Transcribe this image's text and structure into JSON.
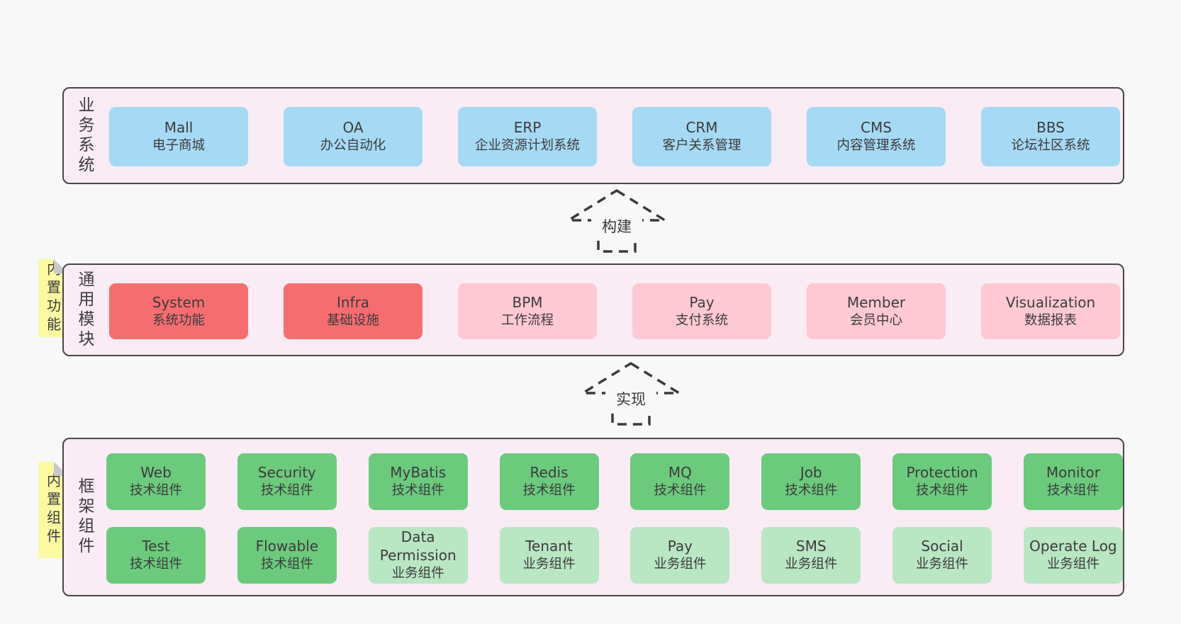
{
  "diagram_title": "",
  "colors": {
    "page_background": "#f8f8f8",
    "layer_background": "#f9ecf5",
    "layer_border": "#474747",
    "node_blue": "#a6d9f4",
    "node_red": "#f56d70",
    "node_pink": "#fec9d3",
    "node_green": "#6cca7d",
    "node_light_green": "#b9e6c3",
    "sticky_note_yellow": "#fbf9a2",
    "sticky_fold_gray": "#c9c9c9",
    "text": "#3c3c3c"
  },
  "arrows": [
    {
      "label": "构建"
    },
    {
      "label": "实现"
    }
  ],
  "layers": {
    "business": {
      "label": "业务系统",
      "boxes": [
        {
          "name": "Mall",
          "subtitle": "电子商城"
        },
        {
          "name": "OA",
          "subtitle": "办公自动化"
        },
        {
          "name": "ERP",
          "subtitle": "企业资源计划系统"
        },
        {
          "name": "CRM",
          "subtitle": "客户关系管理"
        },
        {
          "name": "CMS",
          "subtitle": "内容管理系统"
        },
        {
          "name": "BBS",
          "subtitle": "论坛社区系统"
        }
      ]
    },
    "modules": {
      "label": "通用模块",
      "note": "内置功能",
      "boxes": [
        {
          "name": "System",
          "subtitle": "系统功能",
          "variant": "red"
        },
        {
          "name": "Infra",
          "subtitle": "基础设施",
          "variant": "red"
        },
        {
          "name": "BPM",
          "subtitle": "工作流程",
          "variant": "pink"
        },
        {
          "name": "Pay",
          "subtitle": "支付系统",
          "variant": "pink"
        },
        {
          "name": "Member",
          "subtitle": "会员中心",
          "variant": "pink"
        },
        {
          "name": "Visualization",
          "subtitle": "数据报表",
          "variant": "pink"
        }
      ]
    },
    "framework": {
      "label": "框架组件",
      "note": "内置组件",
      "row1": [
        {
          "name": "Web",
          "subtitle": "技术组件",
          "variant": "green"
        },
        {
          "name": "Security",
          "subtitle": "技术组件",
          "variant": "green"
        },
        {
          "name": "MyBatis",
          "subtitle": "技术组件",
          "variant": "green"
        },
        {
          "name": "Redis",
          "subtitle": "技术组件",
          "variant": "green"
        },
        {
          "name": "MQ",
          "subtitle": "技术组件",
          "variant": "green"
        },
        {
          "name": "Job",
          "subtitle": "技术组件",
          "variant": "green"
        },
        {
          "name": "Protection",
          "subtitle": "技术组件",
          "variant": "green"
        },
        {
          "name": "Monitor",
          "subtitle": "技术组件",
          "variant": "green"
        }
      ],
      "row2": [
        {
          "name": "Test",
          "subtitle": "技术组件",
          "variant": "green"
        },
        {
          "name": "Flowable",
          "subtitle": "技术组件",
          "variant": "green"
        },
        {
          "name": "Data Permission",
          "subtitle": "业务组件",
          "variant": "lightgreen"
        },
        {
          "name": "Tenant",
          "subtitle": "业务组件",
          "variant": "lightgreen"
        },
        {
          "name": "Pay",
          "subtitle": "业务组件",
          "variant": "lightgreen"
        },
        {
          "name": "SMS",
          "subtitle": "业务组件",
          "variant": "lightgreen"
        },
        {
          "name": "Social",
          "subtitle": "业务组件",
          "variant": "lightgreen"
        },
        {
          "name": "Operate Log",
          "subtitle": "业务组件",
          "variant": "lightgreen"
        }
      ]
    }
  }
}
